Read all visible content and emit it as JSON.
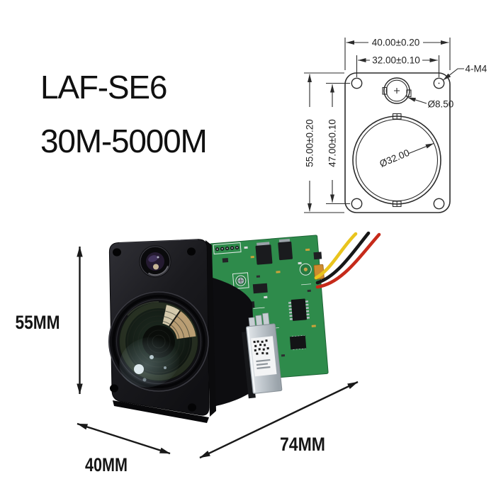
{
  "product": {
    "model": "LAF-SE6",
    "range": "30M-5000M"
  },
  "drawing": {
    "width_outer": "40.00±0.20",
    "width_inner": "32.00±0.10",
    "height_outer": "55.00±0.20",
    "height_inner": "47.00±0.10",
    "thread_label": "4-M4",
    "emitter_diameter": "Ø8.50",
    "lens_diameter": "Ø32.00"
  },
  "photo": {
    "height_label": "55MM",
    "width_label": "40MM",
    "depth_label": "74MM"
  },
  "colors": {
    "drawing_line": "#2b2b2b",
    "dimension_text": "#1f1f1f",
    "pcb_green": "#2e8b4b",
    "wire_yellow": "#e9c41d",
    "wire_black": "#171717",
    "wire_red": "#c62a1a",
    "plate_black": "#1b1b1f",
    "module_silver": "#ccd3d8",
    "background": "#ffffff"
  }
}
